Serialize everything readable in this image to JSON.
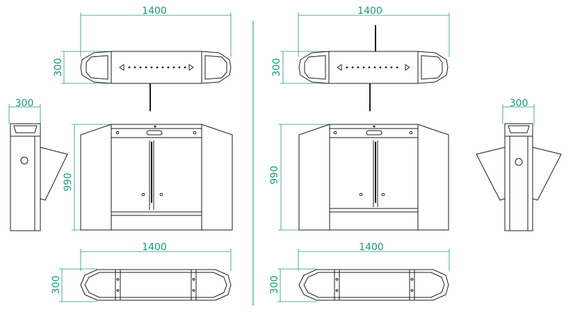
{
  "dimensions": {
    "left_top_width": "1400",
    "left_top_height": "300",
    "left_side_width": "300",
    "left_front_height": "990",
    "left_bottom_width": "1400",
    "left_bottom_height": "300",
    "right_top_width": "1400",
    "right_top_height": "300",
    "right_side_width": "300",
    "right_front_height": "990",
    "right_bottom_width": "1400",
    "right_bottom_height": "300"
  },
  "colors": {
    "dimension": "#1a9a7a",
    "ink": "#1a1a1a",
    "background": "#ffffff"
  }
}
